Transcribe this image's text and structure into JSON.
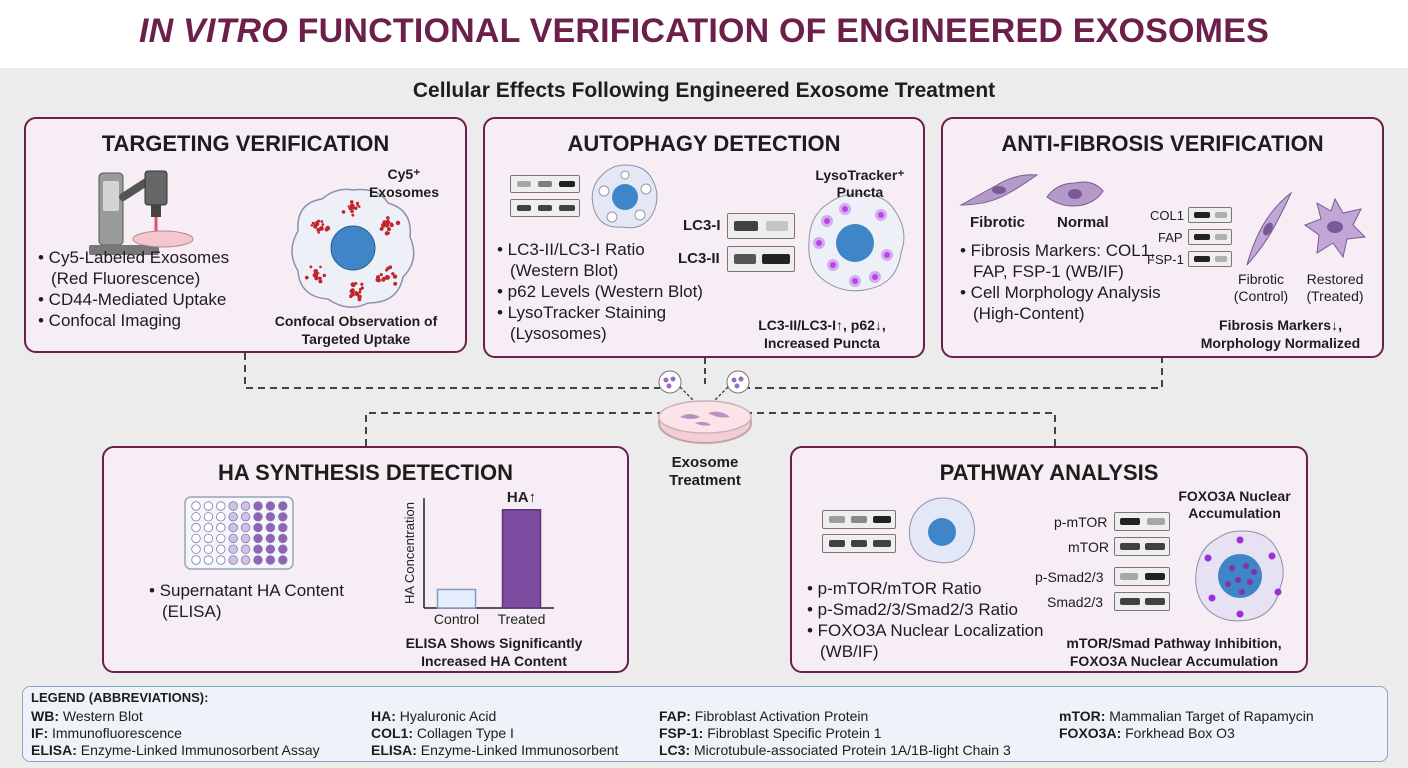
{
  "title": {
    "italic": "IN VITRO",
    "rest": " FUNCTIONAL VERIFICATION OF ENGINEERED EXOSOMES"
  },
  "subtitle": "Cellular Effects Following Engineered Exosome Treatment",
  "center": {
    "line1": "Exosome",
    "line2": "Treatment"
  },
  "colors": {
    "accent": "#6b1f4a",
    "panel_bg": "#f6eef4",
    "cy5_red": "#c0262c",
    "lyso_purple": "#9b30d9",
    "bar_treated": "#7d4ca0",
    "bar_control": "#e6eefb"
  },
  "targeting": {
    "title": "TARGETING VERIFICATION",
    "bullets": [
      "• Cy5-Labeled Exosomes (Red Fluorescence)",
      "• CD44-Mediated Uptake",
      "• Confocal Imaging"
    ],
    "label_line1": "Cy5⁺",
    "label_line2": "Exosomes",
    "caption_line1": "Confocal Observation of",
    "caption_line2": "Targeted Uptake"
  },
  "autophagy": {
    "title": "AUTOPHAGY DETECTION",
    "bullets": [
      "• LC3-II/LC3-I Ratio (Western Blot)",
      "• p62 Levels (Western Blot)",
      "• LysoTracker Staining (Lysosomes)"
    ],
    "blot_labels": [
      "LC3-I",
      "LC3-II"
    ],
    "label_line1": "LysoTracker⁺",
    "label_line2": "Puncta",
    "caption_line1": "LC3-II/LC3-I↑, p62↓,",
    "caption_line2": "Increased Puncta"
  },
  "fibrosis": {
    "title": "ANTI-FIBROSIS VERIFICATION",
    "cell_labels": [
      "Fibrotic",
      "Normal"
    ],
    "bullets": [
      "• Fibrosis Markers: COL1, FAP, FSP-1 (WB/IF)",
      "• Cell Morphology Analysis (High-Content)"
    ],
    "blot_labels": [
      "COL1",
      "FAP",
      "FSP-1"
    ],
    "compare": [
      {
        "line1": "Fibrotic",
        "line2": "(Control)"
      },
      {
        "line1": "Restored",
        "line2": "(Treated)"
      }
    ],
    "caption_line1": "Fibrosis Markers↓,",
    "caption_line2": "Morphology Normalized"
  },
  "ha": {
    "title": "HA SYNTHESIS DETECTION",
    "bullets": [
      "• Supernatant HA Content (ELISA)"
    ],
    "caption_line1": "ELISA Shows Significantly",
    "caption_line2": "Increased HA Content"
  },
  "pathway": {
    "title": "PATHWAY ANALYSIS",
    "bullets": [
      "• p-mTOR/mTOR Ratio",
      "• p-Smad2/3/Smad2/3 Ratio",
      "• FOXO3A Nuclear Localization (WB/IF)"
    ],
    "blot_labels": [
      "p-mTOR",
      "mTOR",
      "p-Smad2/3",
      "Smad2/3"
    ],
    "label_line1": "FOXO3A Nuclear",
    "label_line2": "Accumulation",
    "caption_line1": "mTOR/Smad Pathway Inhibition,",
    "caption_line2": "FOXO3A Nuclear Accumulation"
  },
  "chart_data": {
    "type": "bar",
    "categories": [
      "Control",
      "Treated"
    ],
    "values": [
      1,
      5.3
    ],
    "ylabel": "HA Concentration",
    "annotation": "HA↑"
  },
  "legend": {
    "title": "LEGEND (ABBREVIATIONS):",
    "col1": [
      {
        "k": "WB:",
        "v": " Western Blot"
      },
      {
        "k": "IF:",
        "v": " Immunofluorescence"
      },
      {
        "k": "ELISA:",
        "v": " Enzyme-Linked Immunosorbent Assay"
      }
    ],
    "col2": [
      {
        "k": "HA:",
        "v": " Hyaluronic Acid"
      },
      {
        "k": "COL1:",
        "v": " Collagen Type I"
      },
      {
        "k": "ELISA:",
        "v": " Enzyme-Linked Immunosorbent"
      }
    ],
    "col3": [
      {
        "k": "FAP:",
        "v": " Fibroblast Activation Protein"
      },
      {
        "k": "FSP-1:",
        "v": " Fibroblast Specific Protein 1"
      },
      {
        "k": "LC3:",
        "v": " Microtubule-associated Protein 1A/1B-light Chain 3"
      }
    ],
    "col4": [
      {
        "k": "mTOR:",
        "v": " Mammalian Target of Rapamycin"
      },
      {
        "k": "FOXO3A:",
        "v": " Forkhead Box O3"
      }
    ]
  }
}
